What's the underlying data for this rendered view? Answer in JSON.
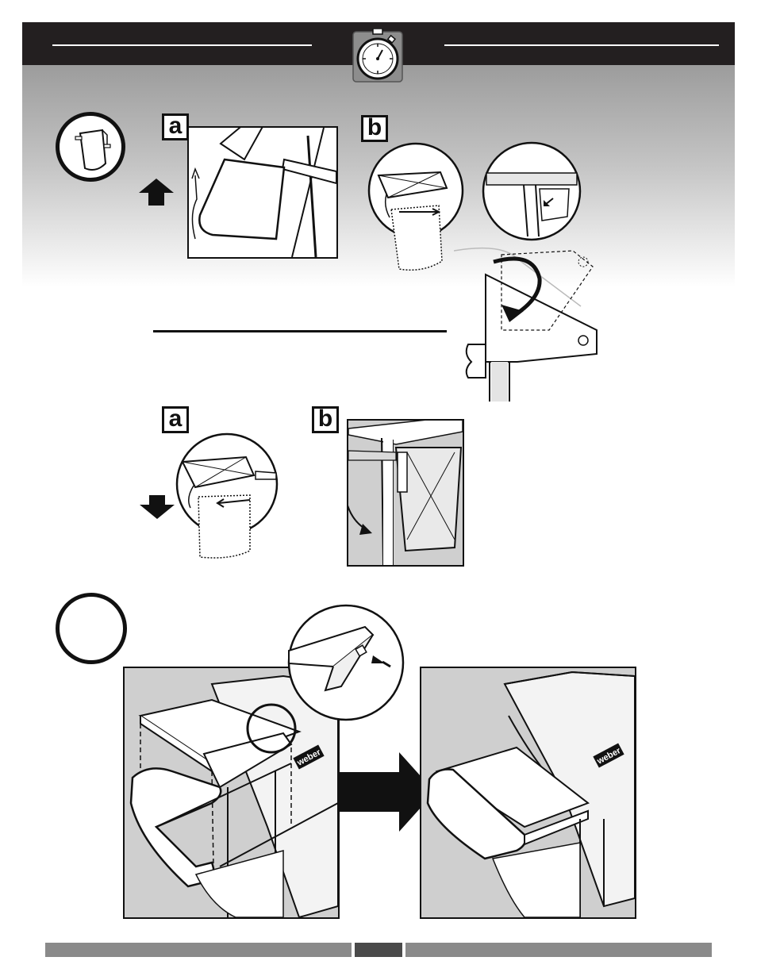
{
  "step_labels": {
    "step1_a": "a",
    "step1_b": "b",
    "step2_a": "a",
    "step2_b": "b"
  },
  "brand_text": "weber",
  "icons": [
    "stopwatch-icon",
    "up-arrow-icon",
    "down-arrow-icon",
    "right-arrow-icon",
    "pointer-arrow-icon"
  ],
  "colors": {
    "header": "#231f20",
    "footer_bar": "#8a8a8a",
    "footer_tab": "#4a4a4a",
    "panel_grey": "#cfcfcf"
  }
}
